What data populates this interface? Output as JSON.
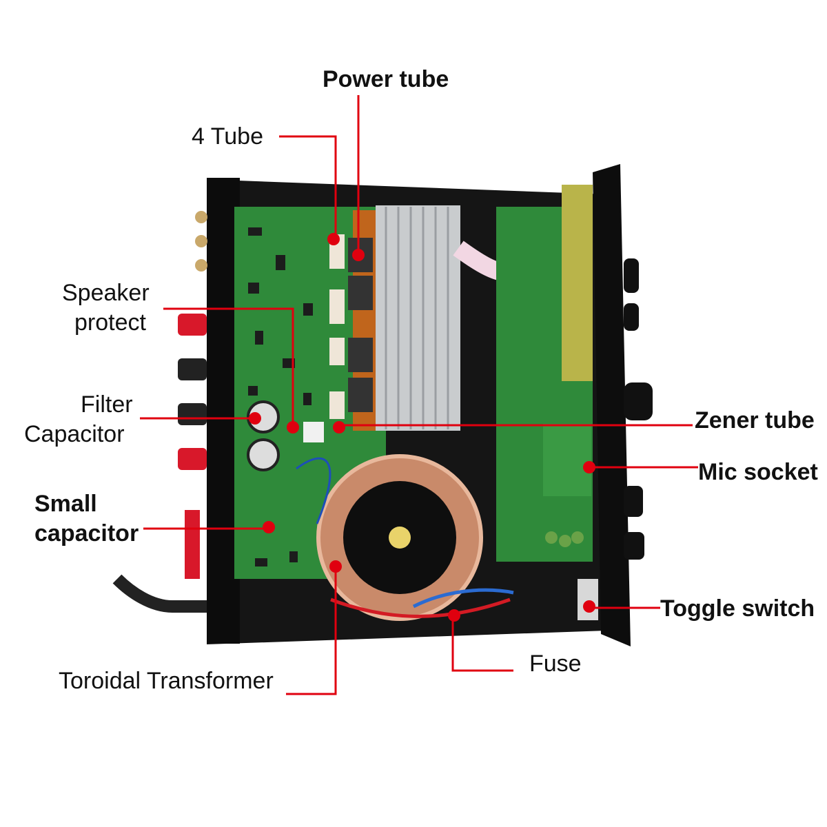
{
  "labels": {
    "power_tube": "Power tube",
    "four_tube": "4 Tube",
    "speaker_protect_1": "Speaker",
    "speaker_protect_2": "protect",
    "filter_capacitor_1": "Filter",
    "filter_capacitor_2": "Capacitor",
    "small_capacitor_1": "Small",
    "small_capacitor_2": "capacitor",
    "toroidal_transformer": "Toroidal Transformer",
    "fuse": "Fuse",
    "toggle_switch": "Toggle switch",
    "mic_socket": "Mic socket",
    "zener_tube": "Zener tube"
  },
  "colors": {
    "leader": "#e0000f",
    "pcb": "#2f8a3a",
    "chassis": "#141414",
    "heatsink": "#c9ccce",
    "terminal": "#d8182a"
  }
}
